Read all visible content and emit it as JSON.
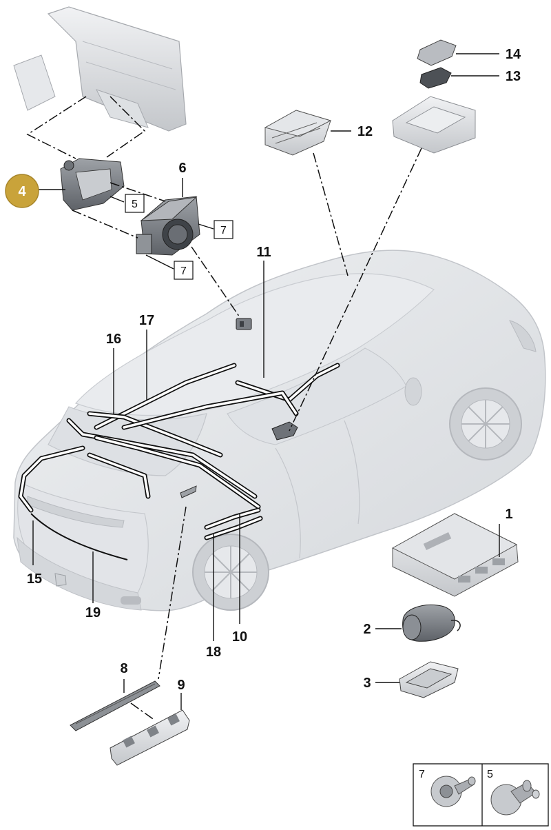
{
  "callouts": [
    {
      "id": "1",
      "label": "1"
    },
    {
      "id": "2",
      "label": "2"
    },
    {
      "id": "3",
      "label": "3"
    },
    {
      "id": "4",
      "label": "4"
    },
    {
      "id": "5",
      "label": "5"
    },
    {
      "id": "6",
      "label": "6"
    },
    {
      "id": "7a",
      "label": "7"
    },
    {
      "id": "7b",
      "label": "7"
    },
    {
      "id": "8",
      "label": "8"
    },
    {
      "id": "9",
      "label": "9"
    },
    {
      "id": "10",
      "label": "10"
    },
    {
      "id": "11",
      "label": "11"
    },
    {
      "id": "12",
      "label": "12"
    },
    {
      "id": "13",
      "label": "13"
    },
    {
      "id": "14",
      "label": "14"
    },
    {
      "id": "15",
      "label": "15"
    },
    {
      "id": "16",
      "label": "16"
    },
    {
      "id": "17",
      "label": "17"
    },
    {
      "id": "18",
      "label": "18"
    },
    {
      "id": "19",
      "label": "19"
    }
  ],
  "highlighted": "4",
  "legend": [
    {
      "label": "7",
      "icon": "rivet-fastener-icon"
    },
    {
      "label": "5",
      "icon": "clip-fastener-icon"
    }
  ],
  "colors": {
    "highlight": "#c9a33a",
    "car_body": "#e3e5e8",
    "part_fill": "#d9dbde",
    "ink": "#111111"
  }
}
